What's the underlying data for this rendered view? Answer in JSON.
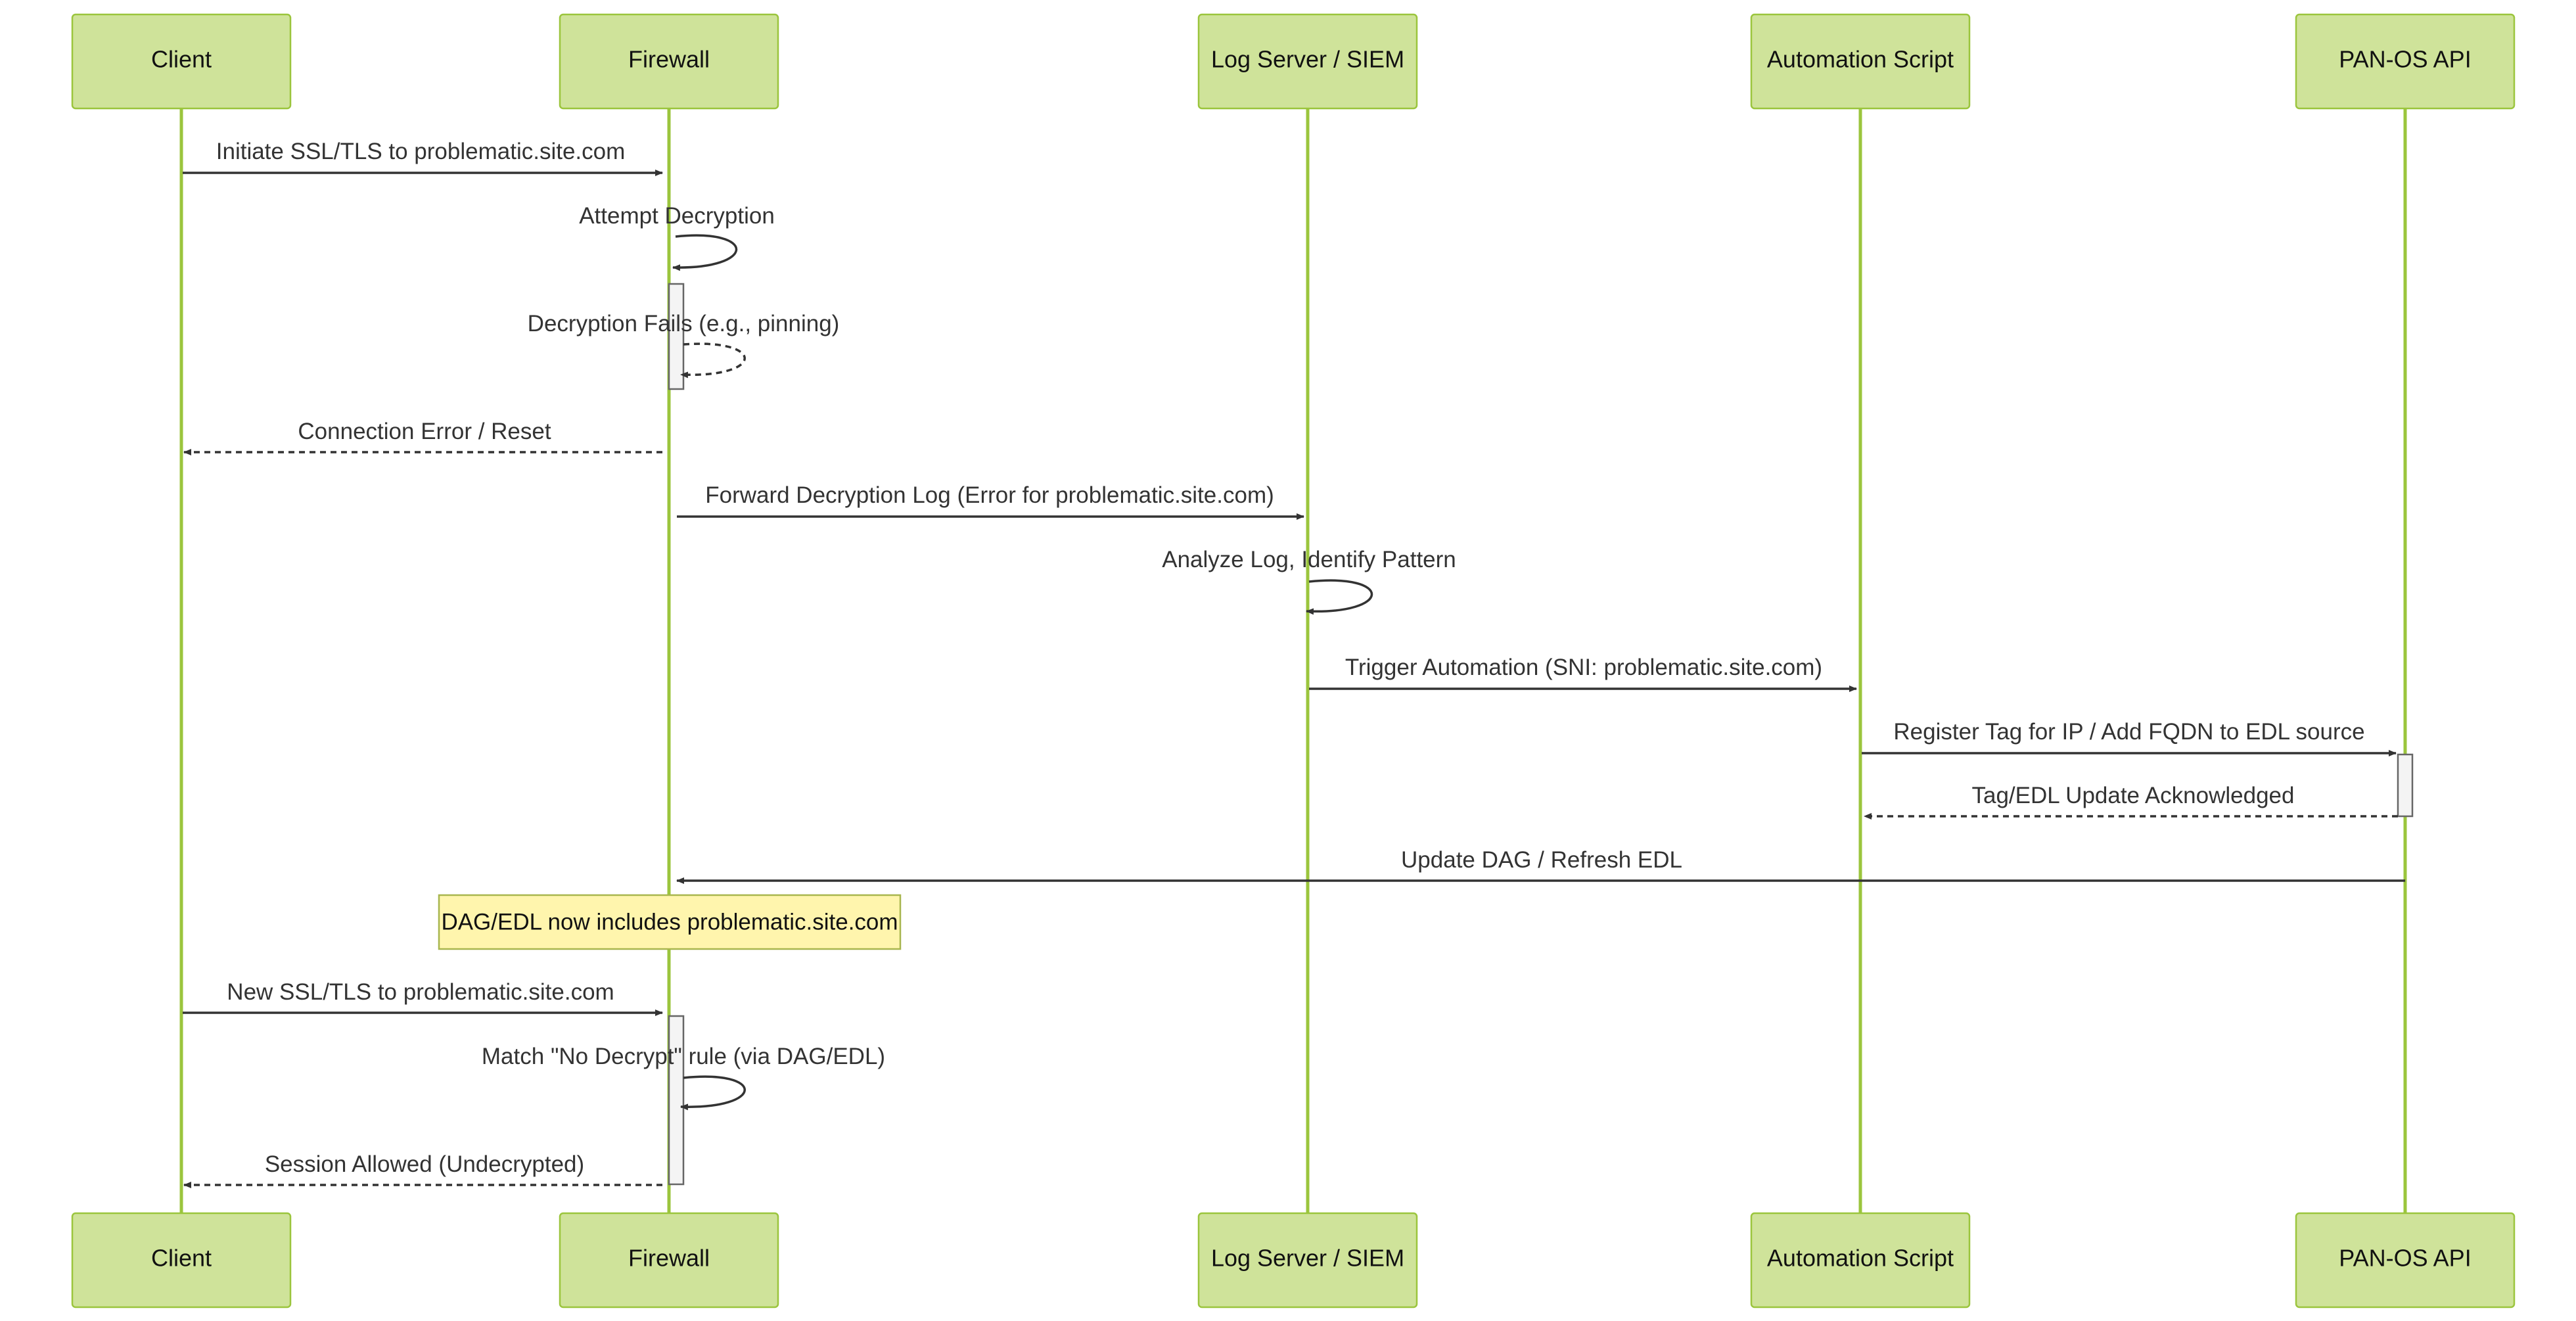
{
  "actors": [
    {
      "id": "client",
      "label": "Client"
    },
    {
      "id": "firewall",
      "label": "Firewall"
    },
    {
      "id": "siem",
      "label": "Log Server / SIEM"
    },
    {
      "id": "automation",
      "label": "Automation Script"
    },
    {
      "id": "panos",
      "label": "PAN-OS API"
    }
  ],
  "messages": [
    {
      "text": "Initiate SSL/TLS to problematic.site.com",
      "from": "client",
      "to": "firewall",
      "style": "solid"
    },
    {
      "text": "Attempt Decryption",
      "from": "firewall",
      "to": "firewall",
      "style": "solid"
    },
    {
      "text": "Decryption Fails (e.g., pinning)",
      "from": "firewall",
      "to": "firewall",
      "style": "dashed"
    },
    {
      "text": "Connection Error / Reset",
      "from": "firewall",
      "to": "client",
      "style": "dashed"
    },
    {
      "text": "Forward Decryption Log (Error for problematic.site.com)",
      "from": "firewall",
      "to": "siem",
      "style": "solid"
    },
    {
      "text": "Analyze Log, Identify Pattern",
      "from": "siem",
      "to": "siem",
      "style": "solid"
    },
    {
      "text": "Trigger Automation (SNI: problematic.site.com)",
      "from": "siem",
      "to": "automation",
      "style": "solid"
    },
    {
      "text": "Register Tag for IP / Add FQDN to EDL source",
      "from": "automation",
      "to": "panos",
      "style": "solid"
    },
    {
      "text": "Tag/EDL Update Acknowledged",
      "from": "panos",
      "to": "automation",
      "style": "dashed"
    },
    {
      "text": "Update DAG / Refresh EDL",
      "from": "panos",
      "to": "firewall",
      "style": "solid"
    },
    {
      "text": "New SSL/TLS to problematic.site.com",
      "from": "client",
      "to": "firewall",
      "style": "solid"
    },
    {
      "text": "Match \"No Decrypt\" rule (via DAG/EDL)",
      "from": "firewall",
      "to": "firewall",
      "style": "solid"
    },
    {
      "text": "Session Allowed (Undecrypted)",
      "from": "firewall",
      "to": "client",
      "style": "dashed"
    }
  ],
  "notes": [
    {
      "text": "DAG/EDL now includes problematic.site.com",
      "over": "firewall"
    }
  ],
  "colors": {
    "actor_fill": "#cfe39a",
    "actor_border": "#9bc53d",
    "lifeline": "#9bc53d",
    "message": "#333333",
    "note_fill": "#fff5ad",
    "note_border": "#a8b64e"
  }
}
